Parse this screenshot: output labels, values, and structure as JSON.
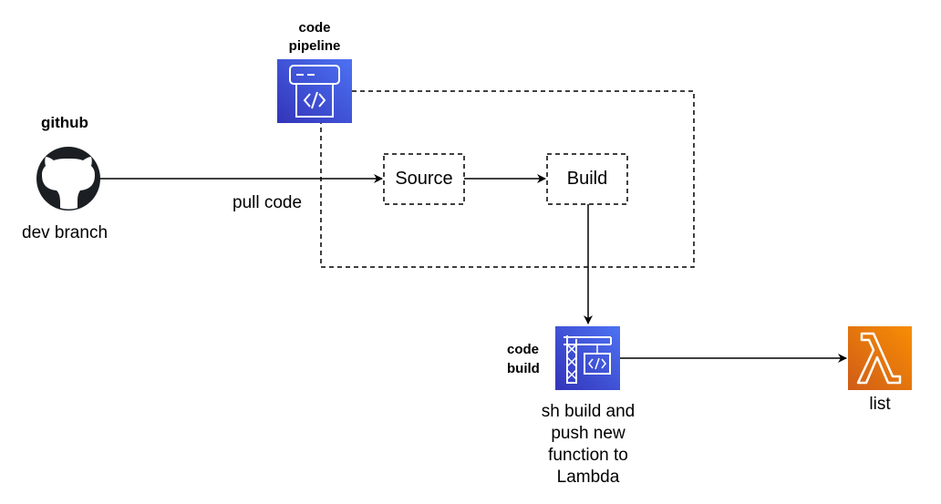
{
  "github": {
    "title": "github",
    "branch": "dev branch"
  },
  "pipeline": {
    "title_line1": "code",
    "title_line2": "pipeline"
  },
  "edges": {
    "pull_code": "pull code"
  },
  "stages": {
    "source": "Source",
    "build": "Build"
  },
  "codebuild": {
    "title_line1": "code",
    "title_line2": "build",
    "desc_lines": [
      "sh build and",
      "push new",
      "function to",
      "Lambda"
    ]
  },
  "lambda": {
    "label": "list"
  },
  "colors": {
    "aws_blue_top": "#4D72F3",
    "aws_blue_bottom": "#3334B9",
    "lambda_orange_top": "#F78E04",
    "lambda_orange_bottom": "#D05C17",
    "github_dark": "#1B1F23",
    "line": "#000000"
  },
  "icons": [
    "github-icon",
    "codepipeline-icon",
    "codebuild-icon",
    "lambda-icon"
  ]
}
